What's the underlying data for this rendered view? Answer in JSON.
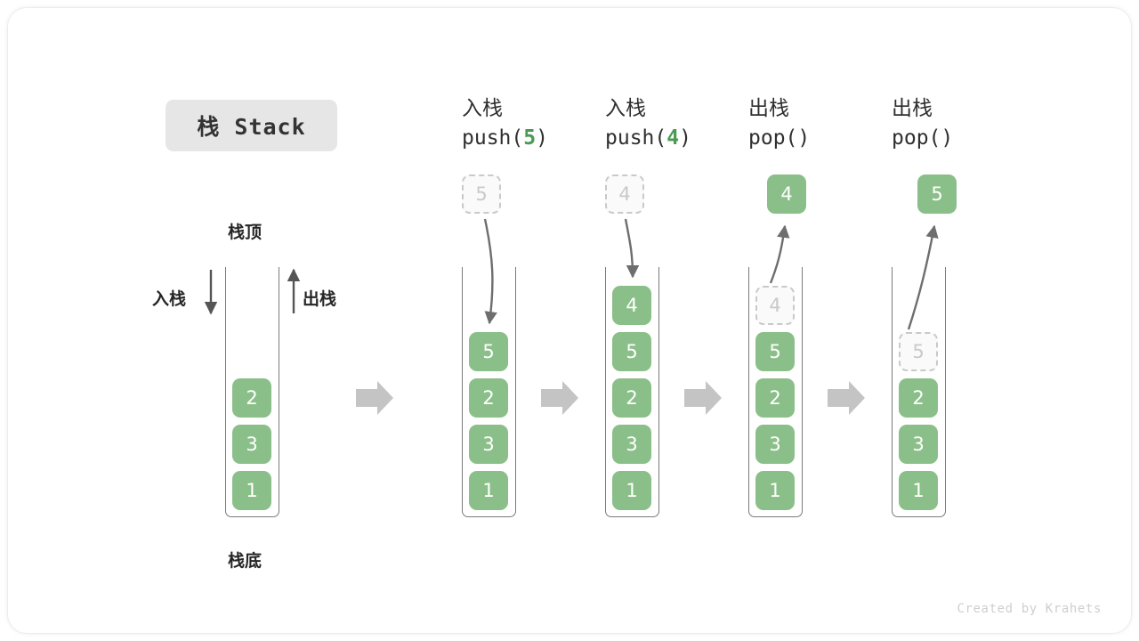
{
  "title": {
    "text": "栈 Stack"
  },
  "credit": "Created by Krahets",
  "labels": {
    "top": "栈顶",
    "bottom": "栈底",
    "push_side": "入栈",
    "pop_side": "出栈"
  },
  "colors": {
    "element_green": "#8bbf89",
    "ghost_gray": "#c9c9c9",
    "arrow_gray": "#c4c4c4",
    "curve_gray": "#6e6e6e",
    "chip_bg": "#e6e6e6",
    "accent_text_green": "#4a9a54"
  },
  "stages": [
    {
      "id": "initial",
      "op_cn": "",
      "op_code": "",
      "op_arg": "",
      "values": [
        "2",
        "3",
        "1"
      ],
      "ghost_above": null,
      "ghost_inside": null,
      "detached": null
    },
    {
      "id": "push-5",
      "op_cn": "入栈",
      "op_code_prefix": "push(",
      "op_arg": "5",
      "op_code_suffix": ")",
      "values": [
        "5",
        "2",
        "3",
        "1"
      ],
      "ghost_above": "5",
      "ghost_inside": null,
      "detached": null
    },
    {
      "id": "push-4",
      "op_cn": "入栈",
      "op_code_prefix": "push(",
      "op_arg": "4",
      "op_code_suffix": ")",
      "values": [
        "4",
        "5",
        "2",
        "3",
        "1"
      ],
      "ghost_above": "4",
      "ghost_inside": null,
      "detached": null
    },
    {
      "id": "pop-4",
      "op_cn": "出栈",
      "op_code_prefix": "pop(",
      "op_arg": "",
      "op_code_suffix": ")",
      "values": [
        "5",
        "2",
        "3",
        "1"
      ],
      "ghost_above": null,
      "ghost_inside": "4",
      "detached": "4"
    },
    {
      "id": "pop-5",
      "op_cn": "出栈",
      "op_code_prefix": "pop(",
      "op_arg": "",
      "op_code_suffix": ")",
      "values": [
        "2",
        "3",
        "1"
      ],
      "ghost_above": null,
      "ghost_inside": "5",
      "detached": "5"
    }
  ]
}
